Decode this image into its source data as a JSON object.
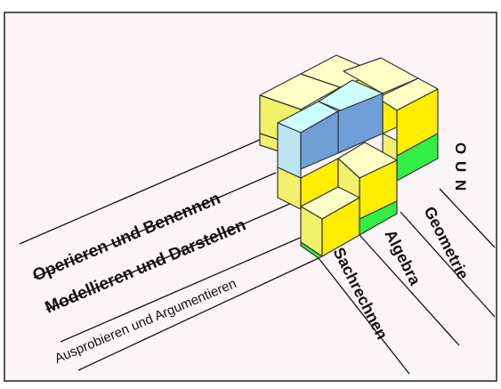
{
  "diagram": {
    "row_labels": [
      "Operieren und Benennen",
      "Modellieren und Darstellen",
      "Ausprobieren und Argumentieren"
    ],
    "column_labels": [
      "Sachrechnen",
      "Algebra",
      "Geometrie"
    ],
    "side_labels": [
      "O",
      "U",
      "N"
    ],
    "colors": {
      "background": "#fcf5f8",
      "frame": "#222222",
      "line": "#111111",
      "yellow_top": "#ffffc6",
      "yellow_left": "#f1f16b",
      "yellow_right": "#ffee00",
      "green_side": "#33ee44",
      "cyan_top": "#ccffff",
      "cyan_left": "#bde4f2",
      "cyan_right": "#6f9fd6"
    }
  }
}
